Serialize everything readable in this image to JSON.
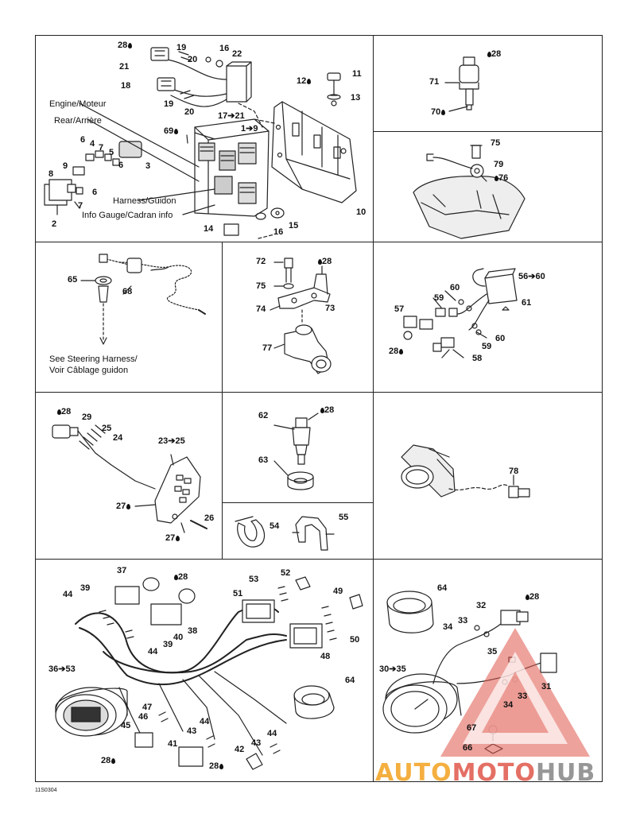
{
  "labels": {
    "p1": {
      "n28": "28",
      "n21": "21",
      "n19a": "19",
      "n20a": "20",
      "n16a": "16",
      "n22": "22",
      "n18": "18",
      "n19b": "19",
      "n20b": "20",
      "n17_21": "17➔21",
      "n1_9": "1➔9",
      "n12": "12",
      "n11": "11",
      "n13": "13",
      "n69": "69",
      "n6a": "6",
      "n4": "4",
      "n7a": "7",
      "n5": "5",
      "n3": "3",
      "n9": "9",
      "n6b": "6",
      "n8": "8",
      "n6c": "6",
      "n7b": "7",
      "n2": "2",
      "n10": "10",
      "n14": "14",
      "n16b": "16",
      "n15": "15",
      "engine": "Engine/Moteur",
      "rear": "Rear/Arrière",
      "harness": "Harness/Guidon",
      "info": "Info Gauge/Cadran info"
    },
    "p2": {
      "n28": "28",
      "n71": "71",
      "n70": "70"
    },
    "p3": {
      "n75": "75",
      "n79": "79",
      "n76": "76"
    },
    "p4": {
      "n65": "65",
      "n68": "68",
      "see1": "See Steering Harness/",
      "see2": "Voir Câblage guidon"
    },
    "p5": {
      "n72": "72",
      "n28": "28",
      "n75": "75",
      "n74": "74",
      "n73": "73",
      "n77": "77"
    },
    "p6": {
      "n56_60": "56➔60",
      "n60a": "60",
      "n59a": "59",
      "n61": "61",
      "n57": "57",
      "n60b": "60",
      "n59b": "59",
      "n28": "28",
      "n58": "58"
    },
    "p7": {
      "n28": "28",
      "n29": "29",
      "n25": "25",
      "n24": "24",
      "n23_25": "23➔25",
      "n27a": "27",
      "n26": "26",
      "n27b": "27"
    },
    "p8": {
      "n62": "62",
      "n28": "28",
      "n63": "63"
    },
    "p9": {
      "n54": "54",
      "n55": "55"
    },
    "p10": {
      "n78": "78"
    },
    "p11": {
      "n37": "37",
      "n28a": "28",
      "n39a": "39",
      "n44a": "44",
      "n53": "53",
      "n52": "52",
      "n51": "51",
      "n49": "49",
      "n38": "38",
      "n40": "40",
      "n39b": "39",
      "n44b": "44",
      "n50": "50",
      "n48": "48",
      "n36_53": "36➔53",
      "n64": "64",
      "n47": "47",
      "n46": "46",
      "n45": "45",
      "n44c": "44",
      "n43a": "43",
      "n44d": "44",
      "n41": "41",
      "n43b": "43",
      "n42": "42",
      "n28b": "28",
      "n28c": "28"
    },
    "p12": {
      "n64": "64",
      "n32": "32",
      "n28": "28",
      "n33a": "33",
      "n34a": "34",
      "n35": "35",
      "n30_35": "30➔35",
      "n31": "31",
      "n33b": "33",
      "n34b": "34",
      "n67": "67",
      "n66": "66"
    }
  },
  "footer_code": "11S0304",
  "watermark": {
    "auto": "AUTO",
    "moto": "MOTO",
    "hub": "HUB"
  },
  "colors": {
    "line": "#222222",
    "watermark_red": "#e0564a",
    "watermark_orange": "#f3a21f",
    "watermark_gray": "#8c8c8c"
  }
}
